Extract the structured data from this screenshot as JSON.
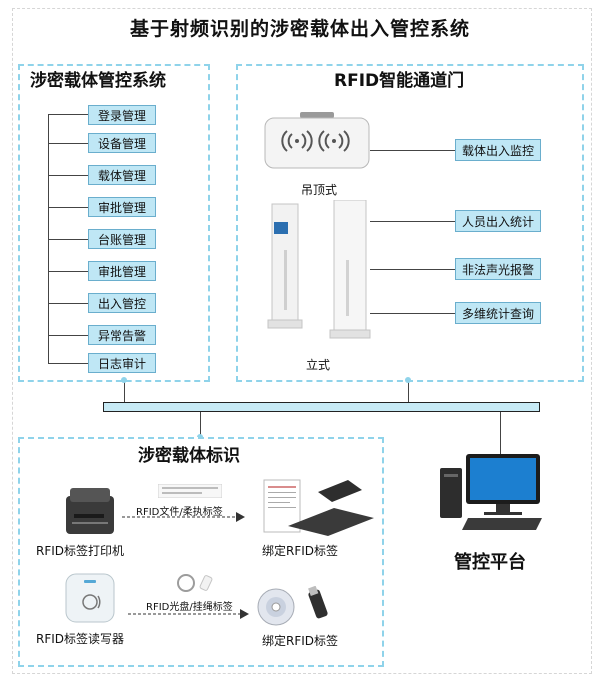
{
  "title": "基于射频识别的涉密载体出入管控系统",
  "mgmt": {
    "title": "涉密载体管控系统",
    "items": [
      "登录管理",
      "设备管理",
      "载体管理",
      "审批管理",
      "台账管理",
      "审批管理",
      "出入管控",
      "异常告警",
      "日志审计"
    ]
  },
  "rfid_gate": {
    "title": "RFID智能通道门",
    "ceiling_label": "吊顶式",
    "standing_label": "立式",
    "features": [
      "载体出入监控",
      "人员出入统计",
      "非法声光报警",
      "多维统计查询"
    ]
  },
  "carrier_id": {
    "title": "涉密载体标识",
    "printer_label": "RFID标签打印机",
    "arrow1_label": "RFID文件/柔执标签",
    "bind_label_1": "绑定RFID标签",
    "reader_label": "RFID标签读写器",
    "arrow2_label": "RFID光盘/挂绳标签",
    "bind_label_2": "绑定RFID标签"
  },
  "platform": {
    "label": "管控平台"
  },
  "colors": {
    "panel_border": "#8fd3ea",
    "button_fill": "#bfe7f5",
    "bus_fill": "#c7eaf5"
  }
}
